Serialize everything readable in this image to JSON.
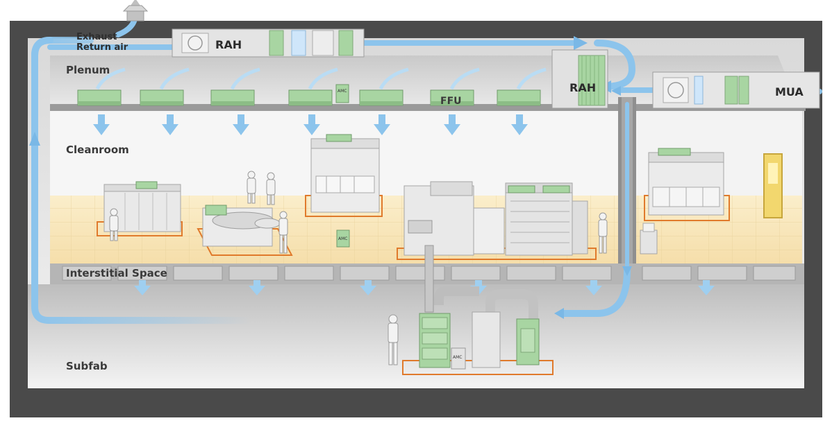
{
  "labels": {
    "exhaust": "Exhaust",
    "return_air": "Return air",
    "rah_top": "RAH",
    "rah_side": "RAH",
    "mua": "MUA",
    "plenum": "Plenum",
    "ffu": "FFU",
    "cleanroom": "Cleanroom",
    "interstitial": "Interstitial Space",
    "subfab": "Subfab",
    "amc": "AMC"
  },
  "colors": {
    "shell": "#4a4a4a",
    "airflow": "#8cc4ec",
    "filter_green": "#a8d5a2",
    "floor": "#f5e3b3",
    "footprint": "#e07a2c",
    "equipment": "#e8e8e8"
  }
}
